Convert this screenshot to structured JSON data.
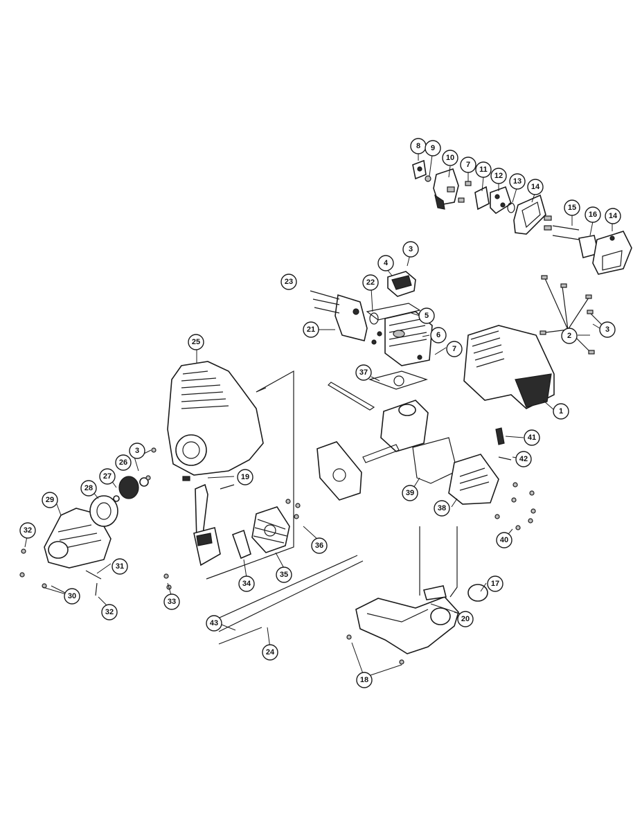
{
  "callouts": [
    {
      "id": "c8",
      "label": "8"
    },
    {
      "id": "c9",
      "label": "9"
    },
    {
      "id": "c10",
      "label": "10"
    },
    {
      "id": "c7a",
      "label": "7"
    },
    {
      "id": "c11",
      "label": "11"
    },
    {
      "id": "c12",
      "label": "12"
    },
    {
      "id": "c13",
      "label": "13"
    },
    {
      "id": "c14a",
      "label": "14"
    },
    {
      "id": "c15",
      "label": "15"
    },
    {
      "id": "c16",
      "label": "16"
    },
    {
      "id": "c14b",
      "label": "14"
    },
    {
      "id": "c3a",
      "label": "3"
    },
    {
      "id": "c4",
      "label": "4"
    },
    {
      "id": "c23",
      "label": "23"
    },
    {
      "id": "c22",
      "label": "22"
    },
    {
      "id": "c5",
      "label": "5"
    },
    {
      "id": "c2",
      "label": "2"
    },
    {
      "id": "c3b",
      "label": "3"
    },
    {
      "id": "c21",
      "label": "21"
    },
    {
      "id": "c6",
      "label": "6"
    },
    {
      "id": "c7b",
      "label": "7"
    },
    {
      "id": "c25",
      "label": "25"
    },
    {
      "id": "c37",
      "label": "37"
    },
    {
      "id": "c1",
      "label": "1"
    },
    {
      "id": "c41",
      "label": "41"
    },
    {
      "id": "c3c",
      "label": "3"
    },
    {
      "id": "c42",
      "label": "42"
    },
    {
      "id": "c26",
      "label": "26"
    },
    {
      "id": "c27",
      "label": "27"
    },
    {
      "id": "c19",
      "label": "19"
    },
    {
      "id": "c28",
      "label": "28"
    },
    {
      "id": "c29",
      "label": "29"
    },
    {
      "id": "c39",
      "label": "39"
    },
    {
      "id": "c38",
      "label": "38"
    },
    {
      "id": "c32a",
      "label": "32"
    },
    {
      "id": "c36",
      "label": "36"
    },
    {
      "id": "c40",
      "label": "40"
    },
    {
      "id": "c31",
      "label": "31"
    },
    {
      "id": "c35",
      "label": "35"
    },
    {
      "id": "c34",
      "label": "34"
    },
    {
      "id": "c30",
      "label": "30"
    },
    {
      "id": "c33",
      "label": "33"
    },
    {
      "id": "c17",
      "label": "17"
    },
    {
      "id": "c32b",
      "label": "32"
    },
    {
      "id": "c20",
      "label": "20"
    },
    {
      "id": "c43",
      "label": "43"
    },
    {
      "id": "c24",
      "label": "24"
    },
    {
      "id": "c18",
      "label": "18"
    }
  ]
}
